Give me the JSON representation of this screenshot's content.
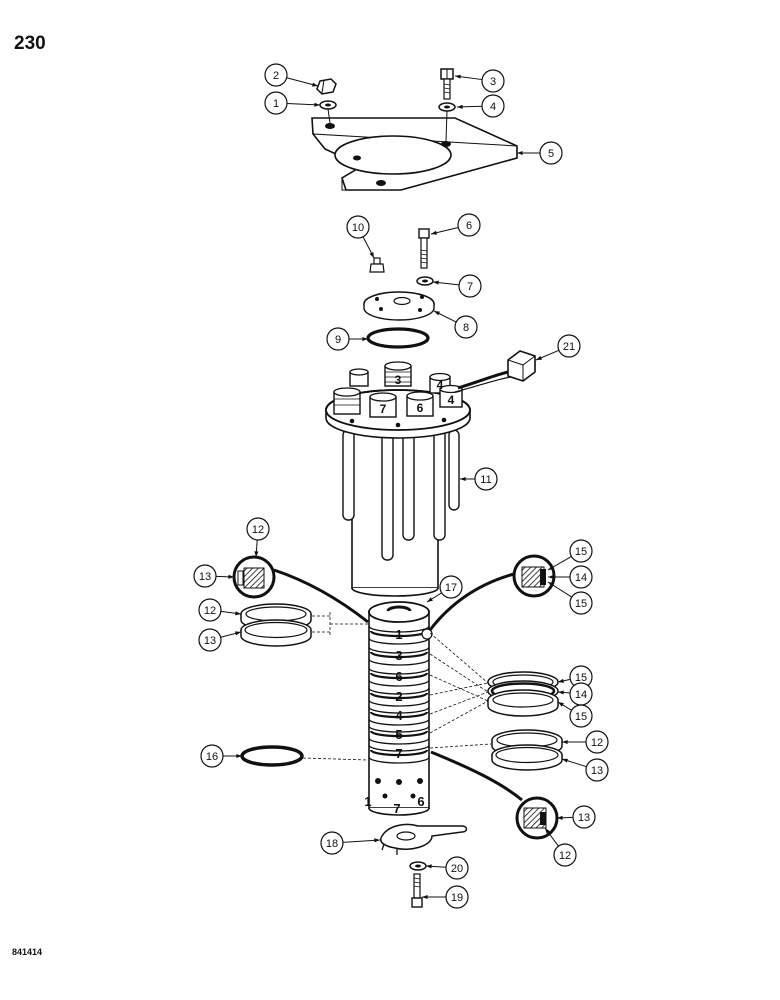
{
  "page_number": "230",
  "figure_code": "841414",
  "callouts": [
    {
      "id": "c1",
      "label": "1"
    },
    {
      "id": "c2",
      "label": "2"
    },
    {
      "id": "c3",
      "label": "3"
    },
    {
      "id": "c4",
      "label": "4"
    },
    {
      "id": "c5",
      "label": "5"
    },
    {
      "id": "c6",
      "label": "6"
    },
    {
      "id": "c7",
      "label": "7"
    },
    {
      "id": "c8",
      "label": "8"
    },
    {
      "id": "c9",
      "label": "9"
    },
    {
      "id": "c10",
      "label": "10"
    },
    {
      "id": "c11",
      "label": "11"
    },
    {
      "id": "c12a",
      "label": "12"
    },
    {
      "id": "c13a",
      "label": "13"
    },
    {
      "id": "c12b",
      "label": "12"
    },
    {
      "id": "c13b",
      "label": "13"
    },
    {
      "id": "c15a",
      "label": "15"
    },
    {
      "id": "c14a",
      "label": "14"
    },
    {
      "id": "c15b",
      "label": "15"
    },
    {
      "id": "c17",
      "label": "17"
    },
    {
      "id": "c15c",
      "label": "15"
    },
    {
      "id": "c14b",
      "label": "14"
    },
    {
      "id": "c15d",
      "label": "15"
    },
    {
      "id": "c16",
      "label": "16"
    },
    {
      "id": "c12c",
      "label": "12"
    },
    {
      "id": "c13c",
      "label": "13"
    },
    {
      "id": "c13d",
      "label": "13"
    },
    {
      "id": "c12d",
      "label": "12"
    },
    {
      "id": "c18",
      "label": "18"
    },
    {
      "id": "c20",
      "label": "20"
    },
    {
      "id": "c19",
      "label": "19"
    },
    {
      "id": "c21",
      "label": "21"
    }
  ],
  "housing_port_numbers": [
    "3",
    "4",
    "4",
    "7",
    "6"
  ],
  "stem_groove_numbers": [
    "1",
    "3",
    "6",
    "2",
    "4",
    "5",
    "7"
  ],
  "stem_bottom_numbers": [
    "1",
    "7",
    "6"
  ]
}
